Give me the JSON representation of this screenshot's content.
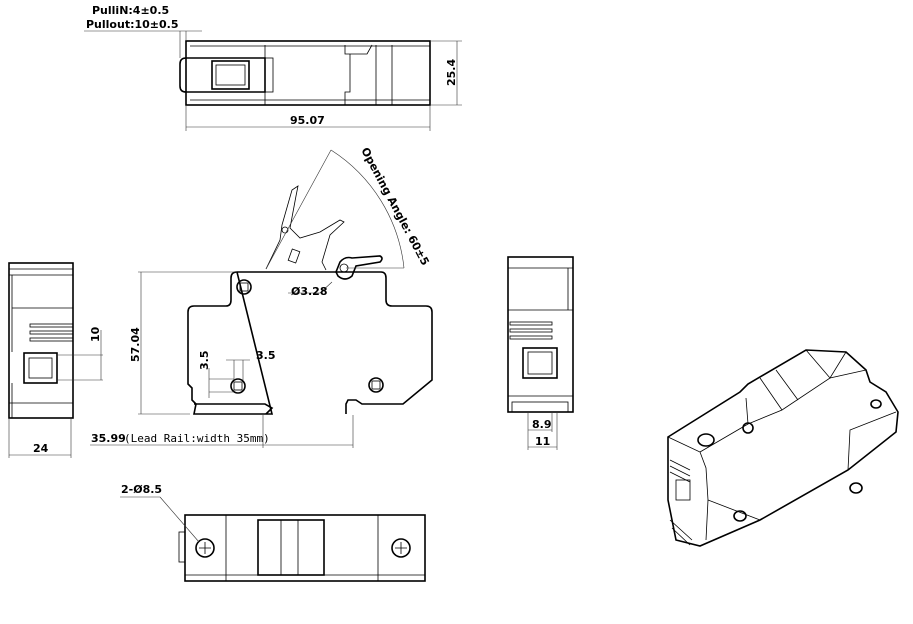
{
  "annotations": {
    "pull_in": "PulliN:4±0.5",
    "pull_out": "Pullout:10±0.5",
    "length": "95.07",
    "height_top": "25.4",
    "opening_angle": "Opening Angle: 60±5",
    "pin_diameter": "Ø3.28",
    "total_height": "57.04",
    "hole_offset_x": "3.5",
    "hole_offset_y": "3.5",
    "side_width": "24",
    "side_window": "10",
    "rail_value": "35.99",
    "rail_note": "(Lead Rail:width 35mm)",
    "window_width": "8.9",
    "end_width": "11",
    "mount_holes": "2-Ø8.5"
  }
}
